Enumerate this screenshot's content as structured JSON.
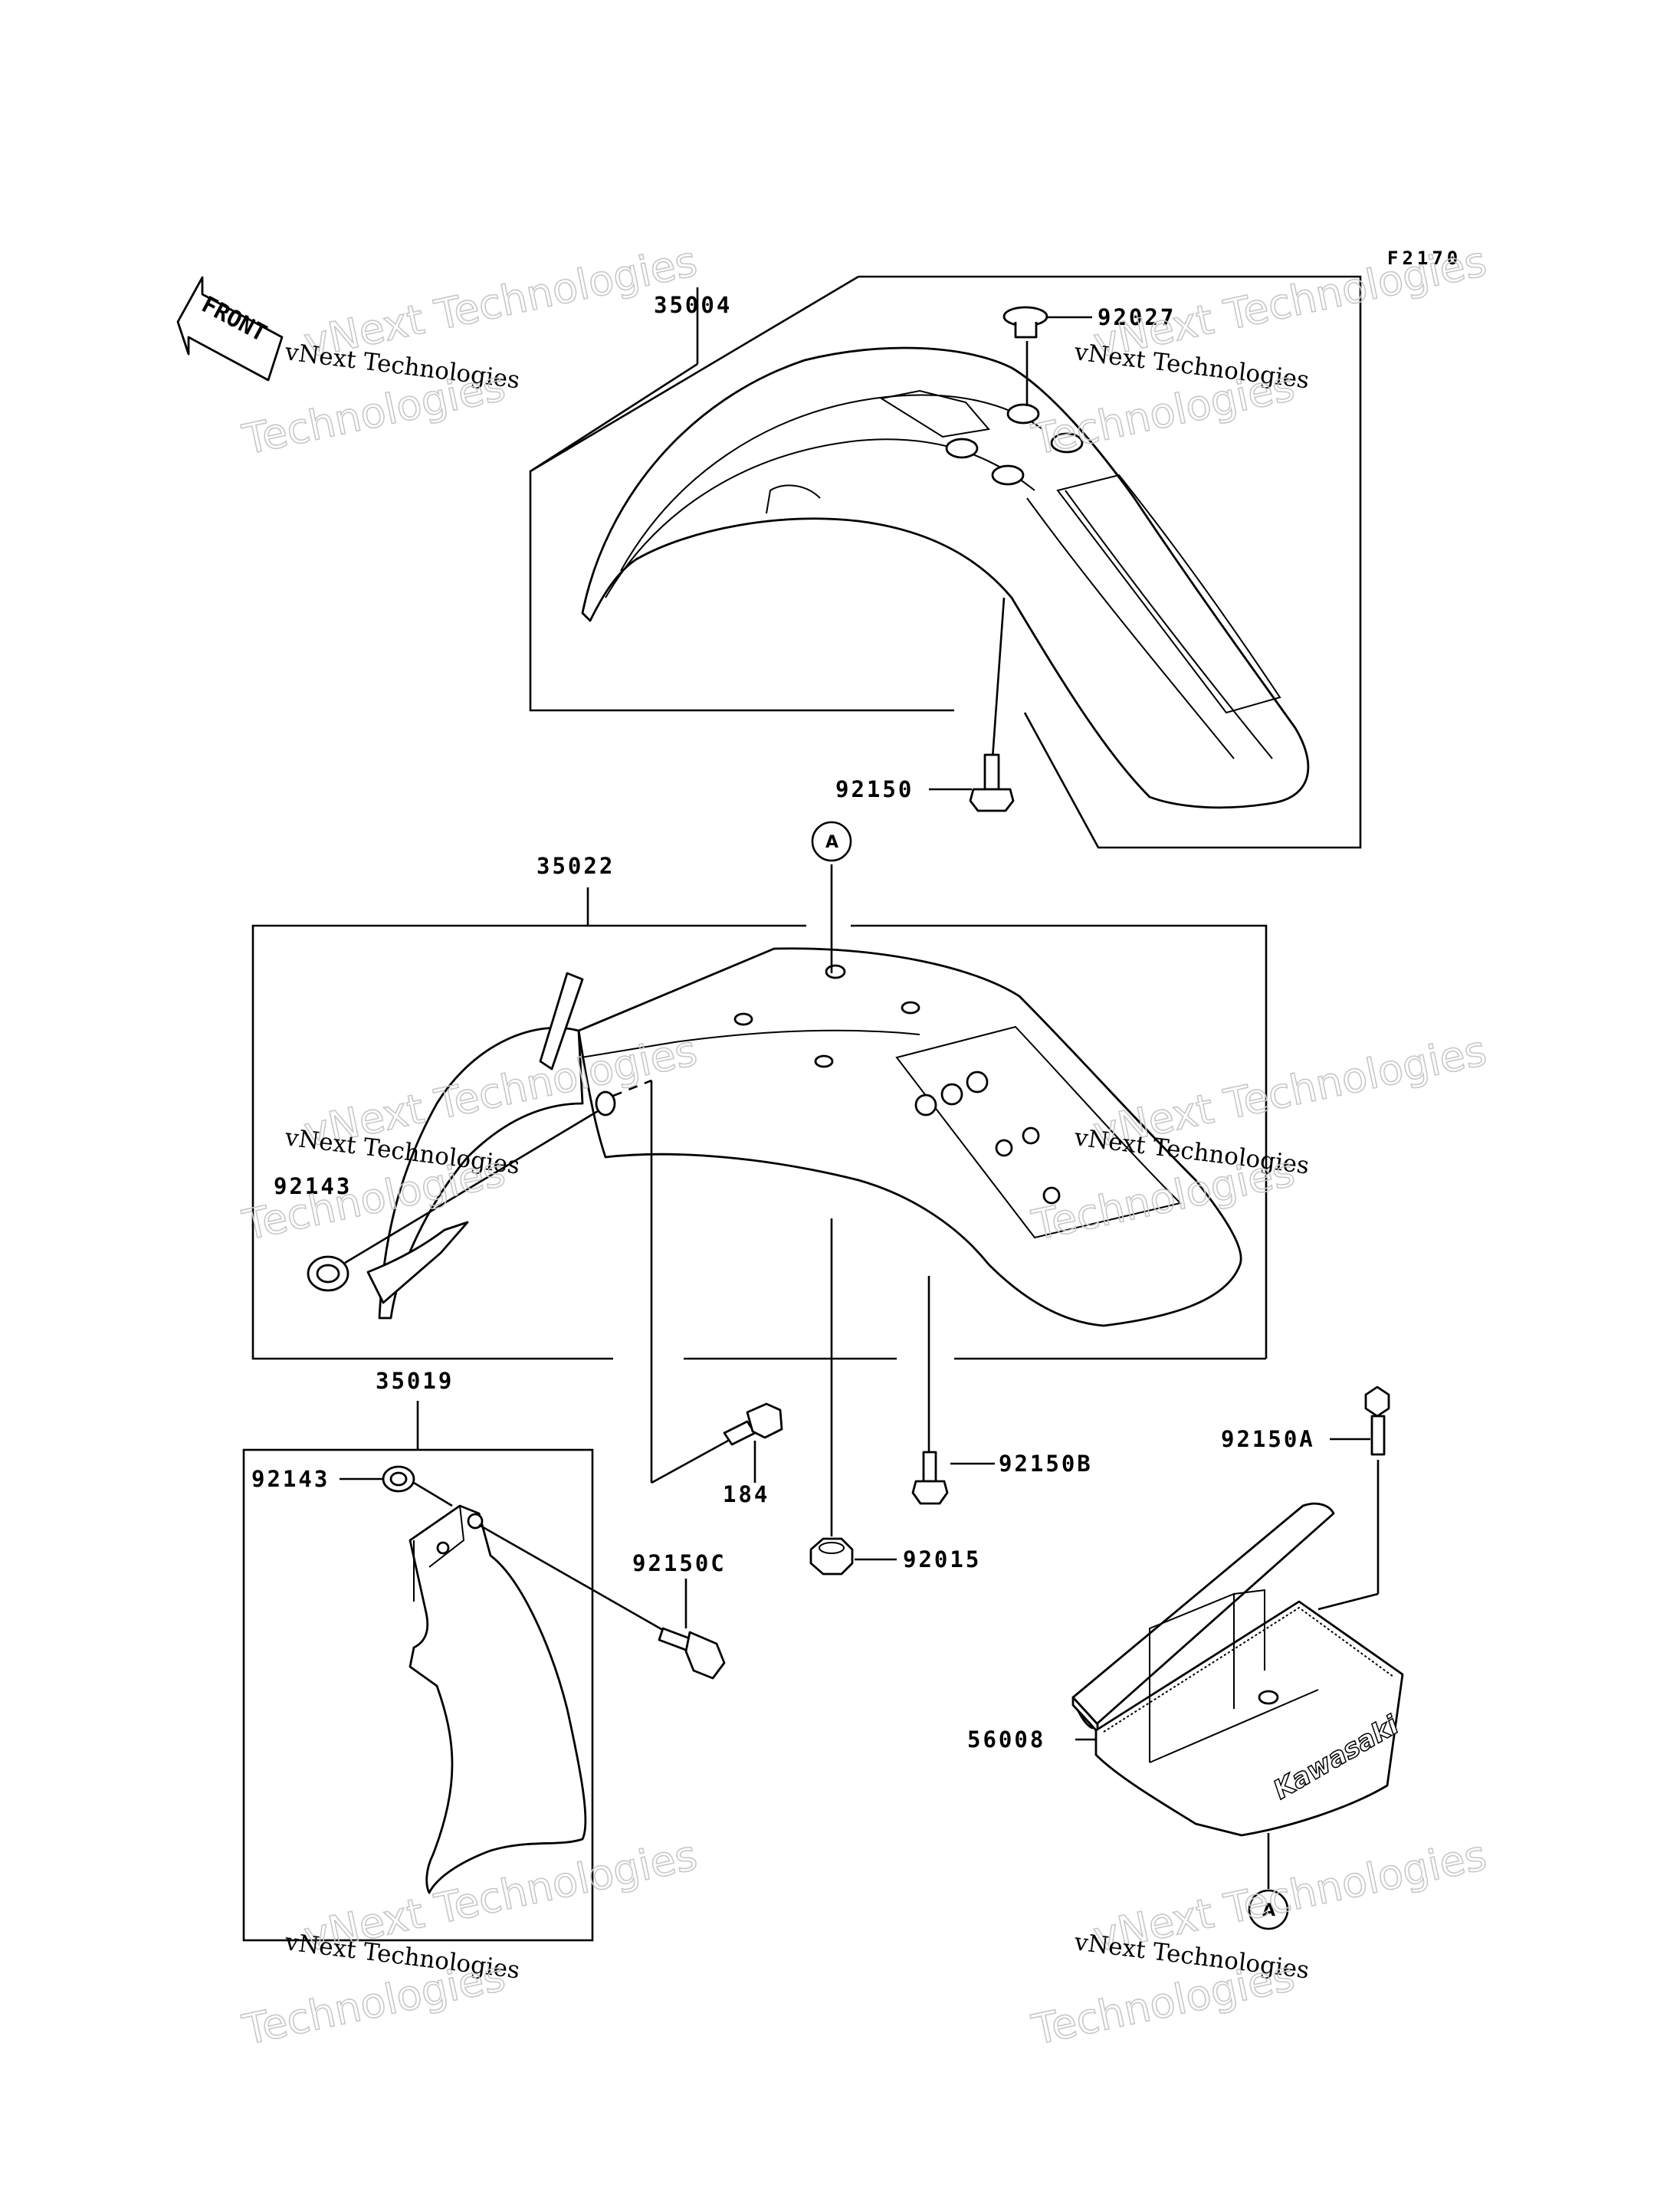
{
  "figure_id": "F2170",
  "front_label": "FRONT",
  "ref_mark": "A",
  "brand_decal": "Kawasaki",
  "watermark": {
    "line1": "vNext Technologies",
    "line2": "vNext Technologies",
    "line3": "Technologies"
  },
  "parts": {
    "p35004": "35004",
    "p92027": "92027",
    "p92150": "92150",
    "p35022": "35022",
    "p92143_a": "92143",
    "p35019": "35019",
    "p92143_b": "92143",
    "p92150c": "92150C",
    "p184": "184",
    "p92150b": "92150B",
    "p92015": "92015",
    "p92150a": "92150A",
    "p56008": "56008"
  }
}
